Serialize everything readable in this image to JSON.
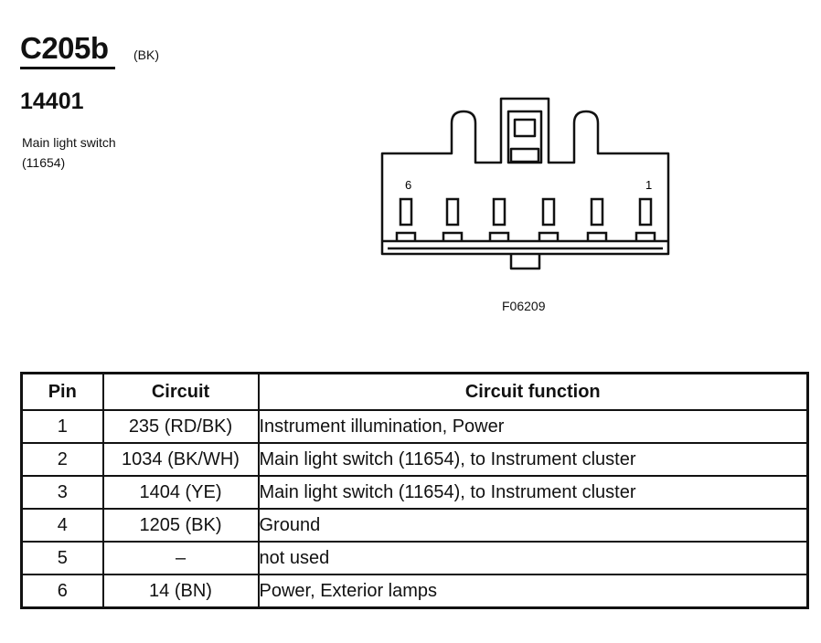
{
  "header": {
    "connector_id": "C205b",
    "color_code": "(BK)",
    "part_number": "14401",
    "component_name": "Main light switch",
    "component_ref": "(11654)"
  },
  "diagram": {
    "pin_label_left": "6",
    "pin_label_right": "1",
    "figure_code": "F06209"
  },
  "table": {
    "headers": {
      "pin": "Pin",
      "circuit": "Circuit",
      "function": "Circuit function"
    },
    "rows": [
      {
        "pin": "1",
        "circuit": "235 (RD/BK)",
        "function": "Instrument illumination, Power"
      },
      {
        "pin": "2",
        "circuit": "1034 (BK/WH)",
        "function": "Main light switch (11654), to Instrument cluster"
      },
      {
        "pin": "3",
        "circuit": "1404 (YE)",
        "function": "Main light switch (11654), to Instrument cluster"
      },
      {
        "pin": "4",
        "circuit": "1205 (BK)",
        "function": "Ground"
      },
      {
        "pin": "5",
        "circuit": "–",
        "function": "not used"
      },
      {
        "pin": "6",
        "circuit": "14 (BN)",
        "function": "Power, Exterior lamps"
      }
    ]
  }
}
